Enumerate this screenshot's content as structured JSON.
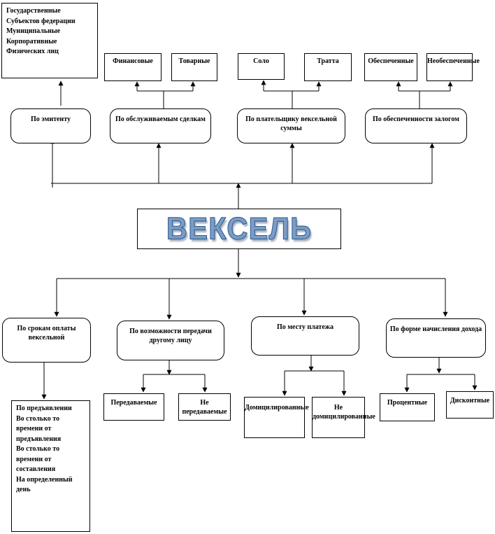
{
  "title": "ВЕКСЕЛЬ",
  "top": {
    "issuer": {
      "label": "По эмитенту",
      "items": [
        "Государственные",
        "Субъектов федерации",
        "Муниципальные",
        "Корпоративные",
        "Физических лиц"
      ]
    },
    "deals": {
      "label": "По обслуживаемым сделкам",
      "children": [
        "Финансовые",
        "Товарные"
      ]
    },
    "payer": {
      "label": "По плательщику вексельной суммы",
      "children": [
        "Соло",
        "Тратта"
      ]
    },
    "collateral": {
      "label": "По обеспеченности залогом",
      "children": [
        "Обеспеченные",
        "Необеспеченные"
      ]
    }
  },
  "bottom": {
    "terms": {
      "label": "По срокам оплаты вексельной",
      "items": [
        "По предъявлении",
        "Во столько то времени от предъявления",
        "Во столько то времени от составления",
        "На определенный день"
      ]
    },
    "transfer": {
      "label": "По возможности передачи другому лицу",
      "children": [
        "Передаваемые",
        "Не передаваемые"
      ]
    },
    "place": {
      "label": "По месту платежа",
      "children": [
        "Домицилированные",
        "Не домицилированные"
      ]
    },
    "income": {
      "label": "По форме начисления дохода",
      "children": [
        "Процентные",
        "Дисконтные"
      ]
    }
  }
}
